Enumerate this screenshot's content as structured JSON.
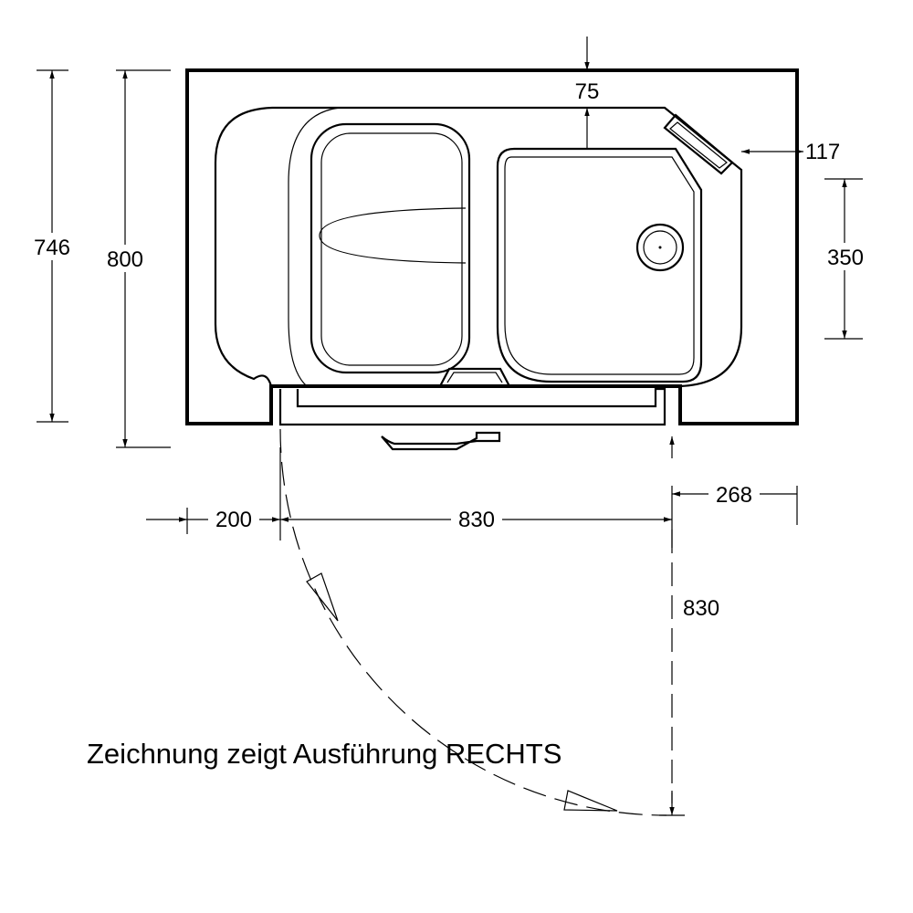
{
  "dimensions": {
    "d746": "746",
    "d800": "800",
    "d75": "75",
    "d117": "117",
    "d350": "350",
    "d200": "200",
    "d830_horizontal": "830",
    "d268": "268",
    "d830_vertical": "830"
  },
  "caption": "Zeichnung zeigt Ausführung RECHTS"
}
